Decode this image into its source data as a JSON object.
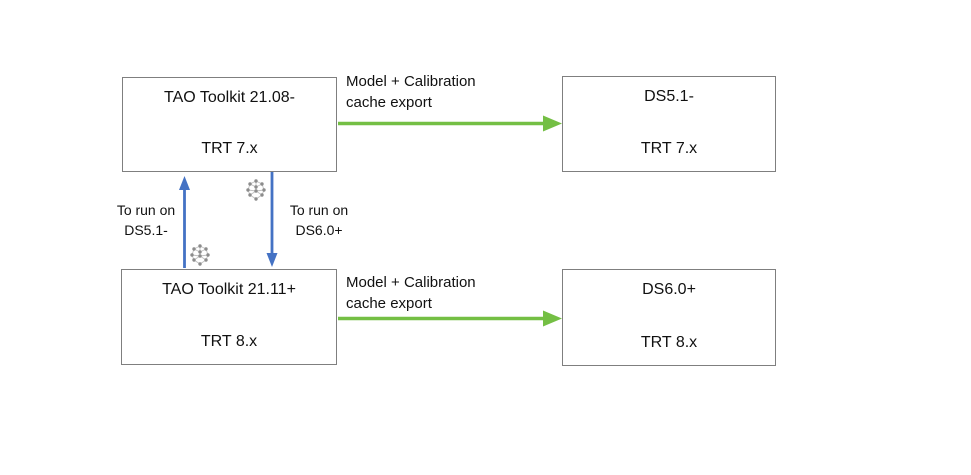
{
  "diagram": {
    "boxes": [
      {
        "id": "tao-toolkit-2108",
        "title": "TAO Toolkit 21.08-",
        "subtitle": "TRT 7.x"
      },
      {
        "id": "ds-51",
        "title": "DS5.1-",
        "subtitle": "TRT 7.x"
      },
      {
        "id": "tao-toolkit-2111",
        "title": "TAO Toolkit 21.11+",
        "subtitle": "TRT 8.x"
      },
      {
        "id": "ds-60",
        "title": "DS6.0+",
        "subtitle": "TRT 8.x"
      }
    ],
    "edges": {
      "export_top": {
        "line1": "Model + Calibration",
        "line2": "cache export"
      },
      "export_bottom": {
        "line1": "Model + Calibration",
        "line2": "cache export"
      },
      "run_ds51": {
        "line1": "To run on",
        "line2": "DS5.1-"
      },
      "run_ds60": {
        "line1": "To run on",
        "line2": "DS6.0+"
      }
    },
    "icons": {
      "model_glyph": "model-network-icon"
    },
    "colors": {
      "green_arrow": "#74BF44",
      "blue_arrow": "#4472C4",
      "box_border": "#7F7F7F",
      "icon_node": "#8C8C8C",
      "icon_line": "#C0C0C0",
      "text": "#111111",
      "background": "#FFFFFF"
    }
  }
}
